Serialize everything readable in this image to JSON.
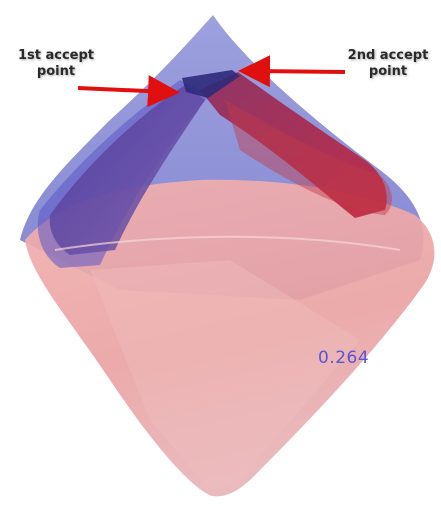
{
  "labels": {
    "first_line1": "1st  accept",
    "first_line2": "point",
    "second_line1": "2nd accept",
    "second_line2": "point"
  },
  "value_readout": "0.264",
  "colors": {
    "blue_region": "#7b7fd0",
    "red_region": "#e99a9a",
    "dark_blue": "#3f2f9a",
    "dark_red": "#b0203c",
    "arrow": "#e01010",
    "value_text": "#5a55d6"
  }
}
